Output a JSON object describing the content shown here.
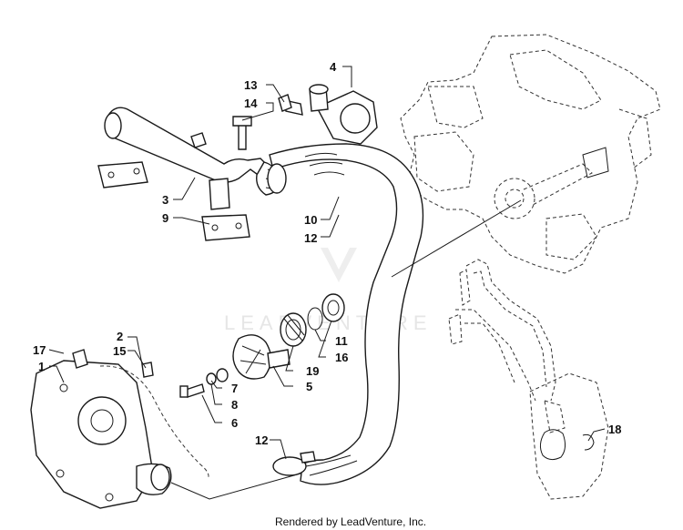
{
  "diagram": {
    "callouts": {
      "c1": "1",
      "c2": "2",
      "c3": "3",
      "c4": "4",
      "c5": "5",
      "c6": "6",
      "c7": "7",
      "c8": "8",
      "c9": "9",
      "c10": "10",
      "c11": "11",
      "c12a": "12",
      "c12b": "12",
      "c13": "13",
      "c14": "14",
      "c15": "15",
      "c16": "16",
      "c17": "17",
      "c18": "18",
      "c19": "19"
    },
    "watermark": "LEADVENTURE",
    "footer": "Rendered by LeadVenture, Inc."
  },
  "colors": {
    "line": "#1a1a1a",
    "background": "#ffffff",
    "watermark": "#e6e6e6"
  }
}
